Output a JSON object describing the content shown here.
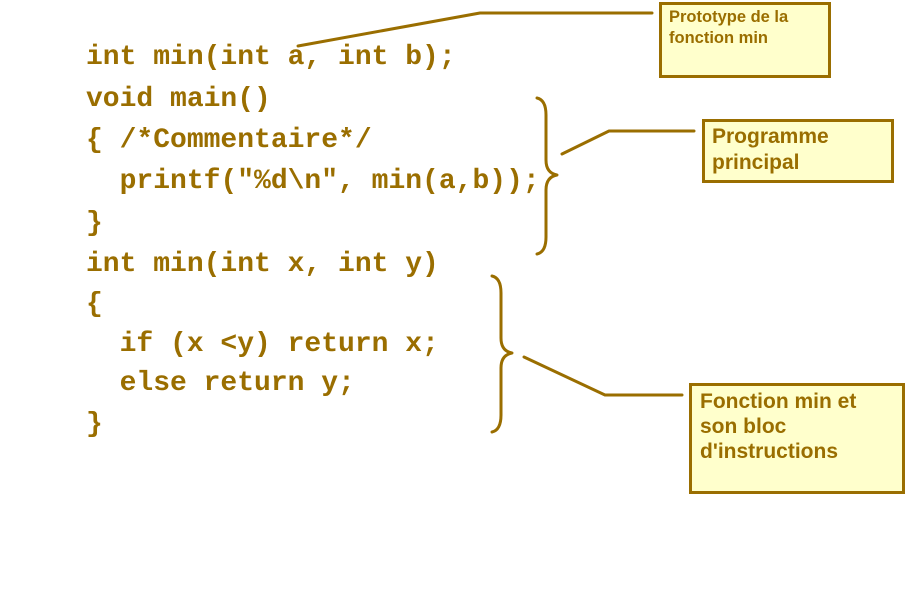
{
  "code": {
    "lines": [
      "int min(int a, int b);",
      "void main()",
      "{ /*Commentaire*/",
      "  printf(\"%d\\n\", min(a,b));",
      "}",
      "int min(int x, int y)",
      "{",
      "  if (x <y) return x;",
      "  else return y;",
      "}"
    ]
  },
  "callouts": {
    "prototype": "Prototype de la\nfonction min",
    "main_program": "Programme\nprincipal",
    "function_block": "Fonction min et\nson bloc\nd'instructions"
  },
  "colors": {
    "text": "#9a6e00",
    "callout_fill": "#ffffcc",
    "callout_border": "#9a6e00",
    "background": "#ffffff"
  }
}
